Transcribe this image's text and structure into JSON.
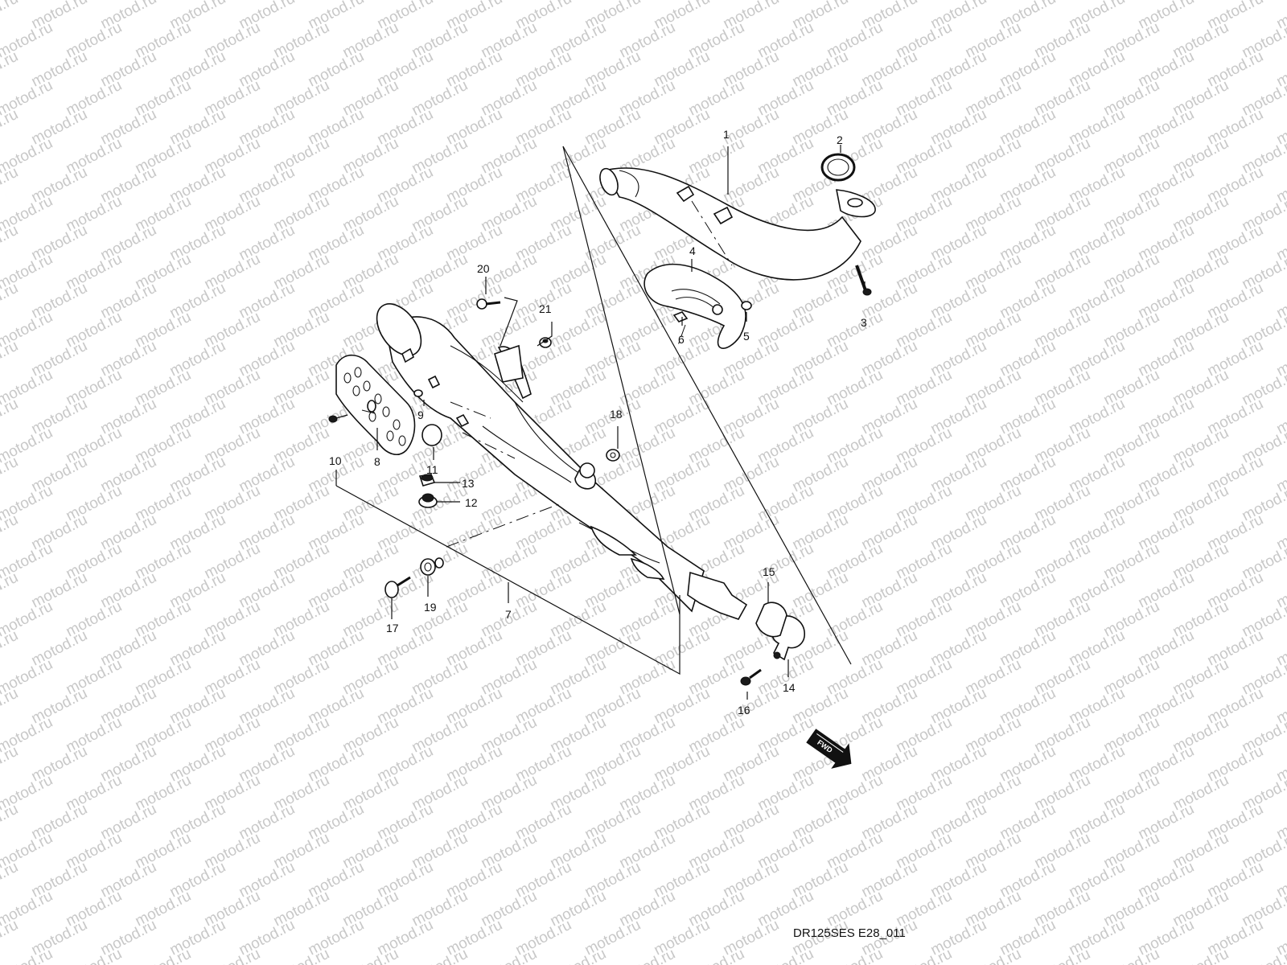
{
  "watermark": "motod.ru",
  "diagram_code": "DR125SES E28_011",
  "direction_label": "FWD",
  "part_numbers": [
    "1",
    "2",
    "3",
    "4",
    "5",
    "6",
    "7",
    "8",
    "9",
    "10",
    "11",
    "12",
    "13",
    "14",
    "15",
    "16",
    "17",
    "18",
    "19",
    "20",
    "21"
  ]
}
